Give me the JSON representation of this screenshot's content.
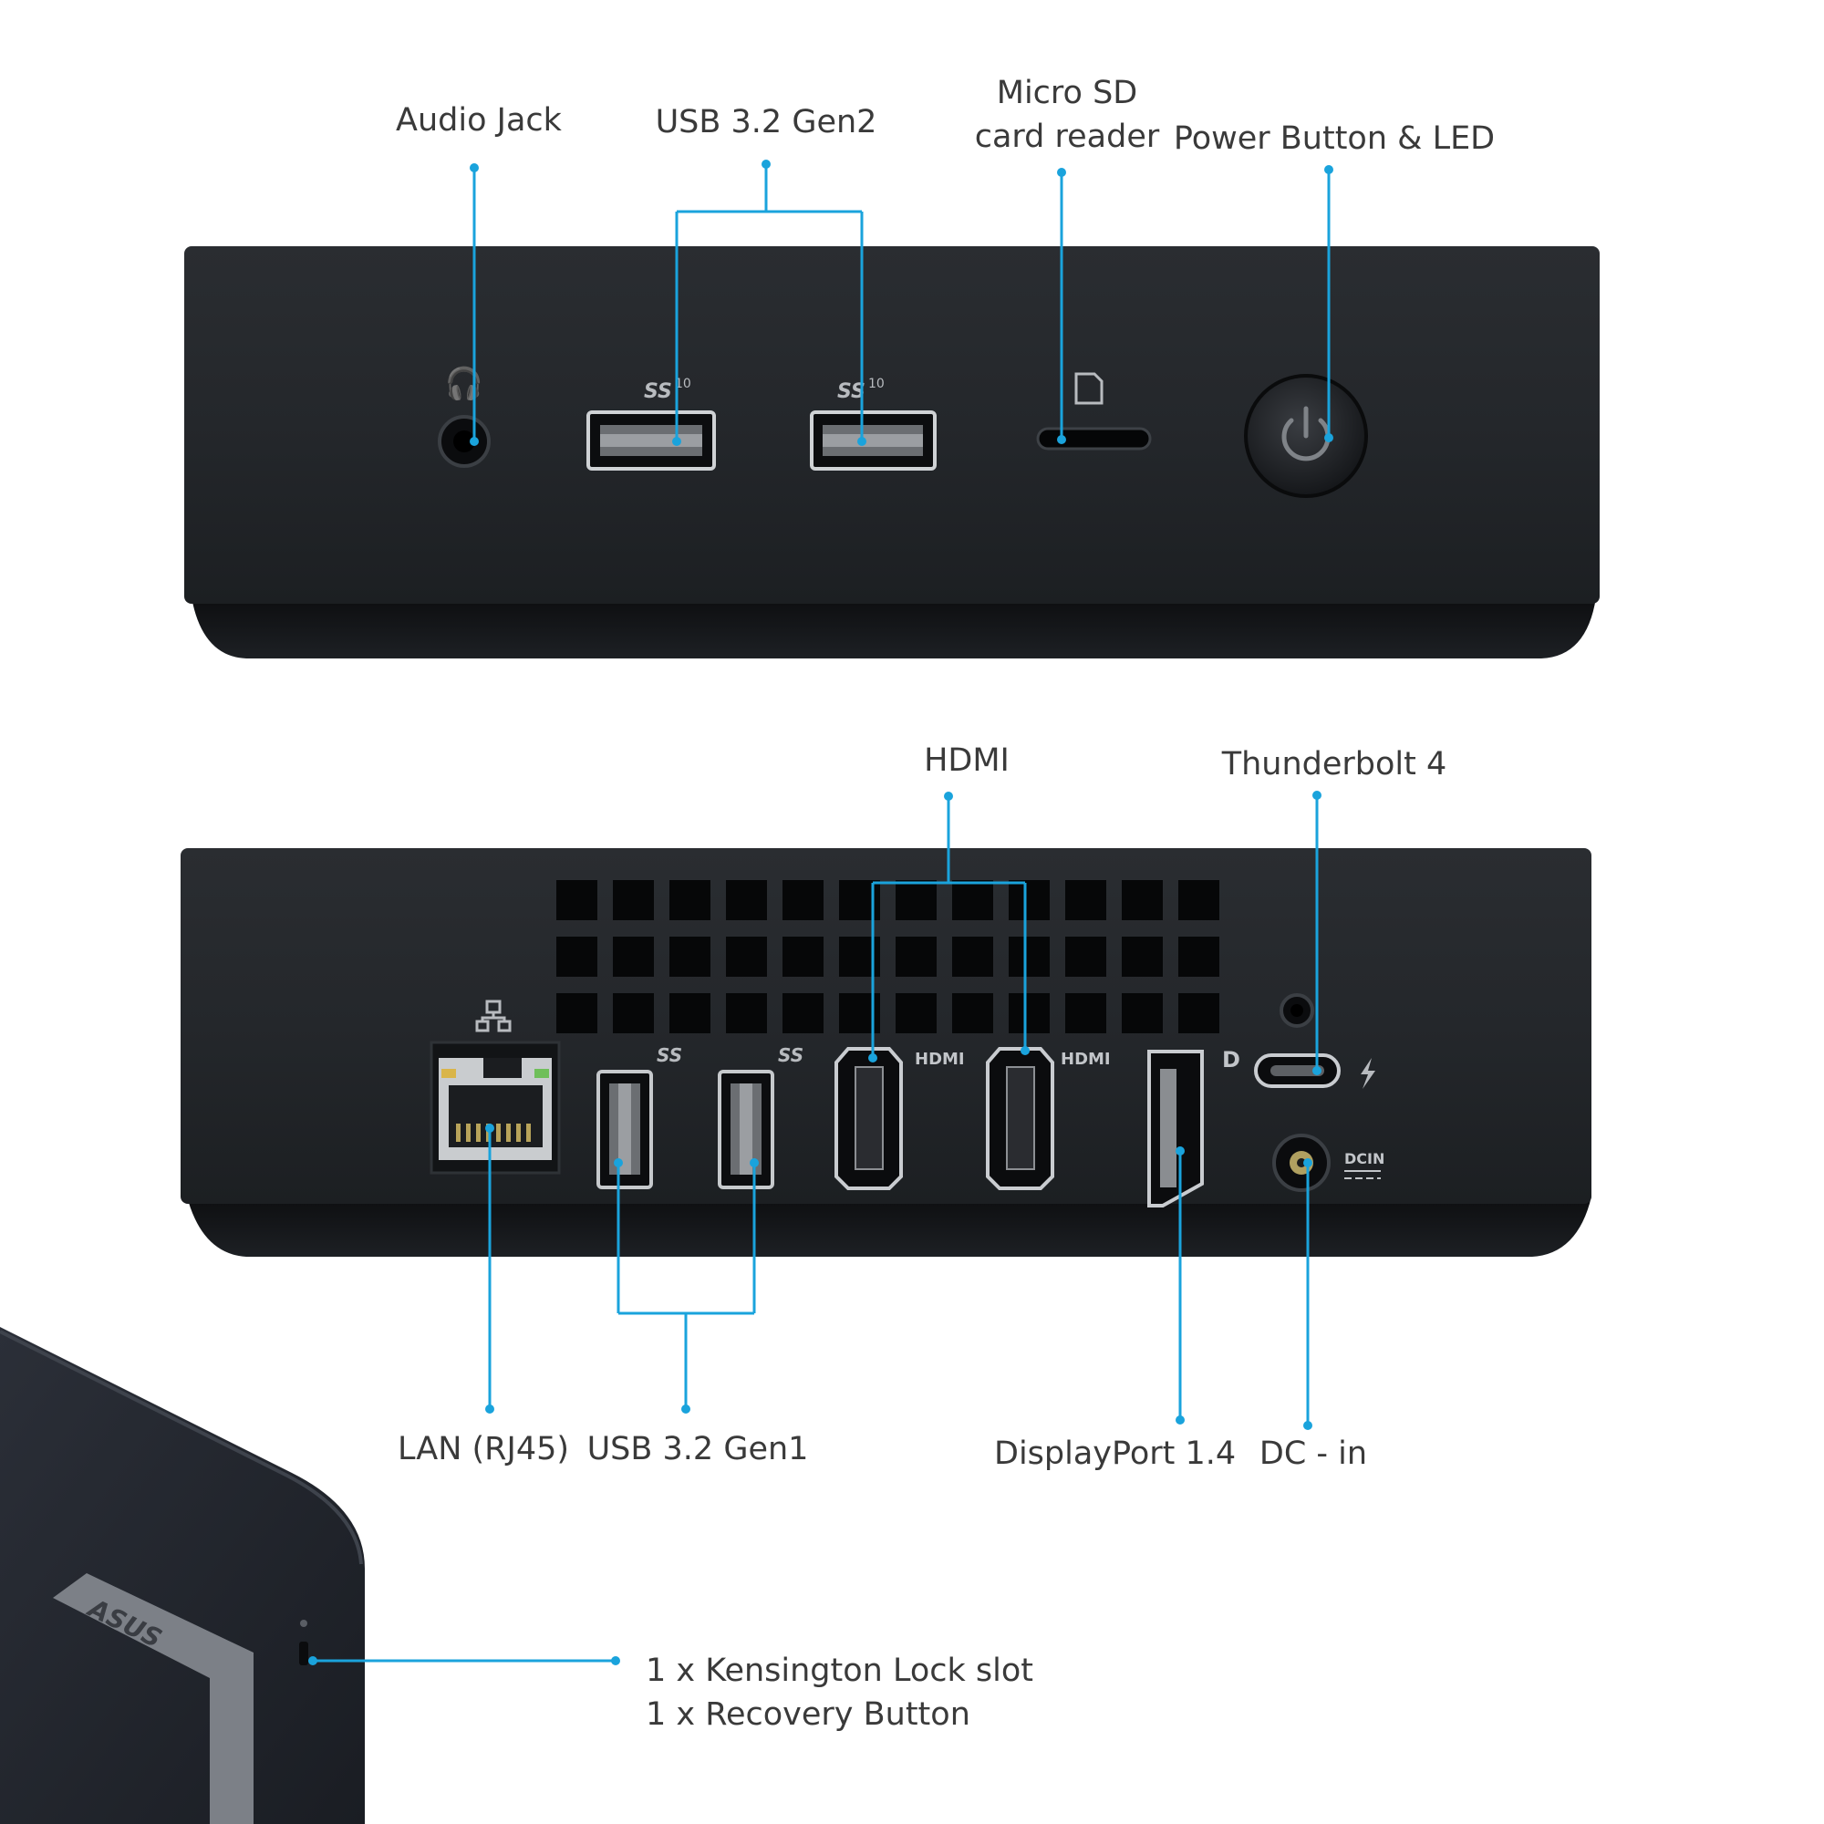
{
  "front_panel": {
    "labels": {
      "audio_jack": "Audio Jack",
      "usb_gen2": "USB 3.2 Gen2",
      "microsd_line1": "Micro SD",
      "microsd_line2": "card reader",
      "power": "Power Button & LED"
    },
    "port_marks": {
      "usb_logo": "SS",
      "usb_speed": "10"
    }
  },
  "rear_panel": {
    "labels": {
      "hdmi": "HDMI",
      "thunderbolt": "Thunderbolt 4",
      "lan": "LAN (RJ45)",
      "usb_gen1": "USB 3.2 Gen1",
      "displayport": "DisplayPort 1.4",
      "dc_in": "DC - in"
    },
    "port_marks": {
      "hdmi_1": "HDMI",
      "hdmi_2": "HDMI",
      "dcin": "DCIN",
      "usb_logo": "SS"
    }
  },
  "side_view": {
    "labels": {
      "kensington": "1 x Kensington Lock slot",
      "recovery": "1 x Recovery Button"
    },
    "logo_text": "ASUS"
  },
  "colors": {
    "callout": "#1aa3dc",
    "label_text": "#3a3a3a",
    "body": "#1f2226",
    "body_edge": "#111316",
    "port_metal": "#d8dadc"
  }
}
